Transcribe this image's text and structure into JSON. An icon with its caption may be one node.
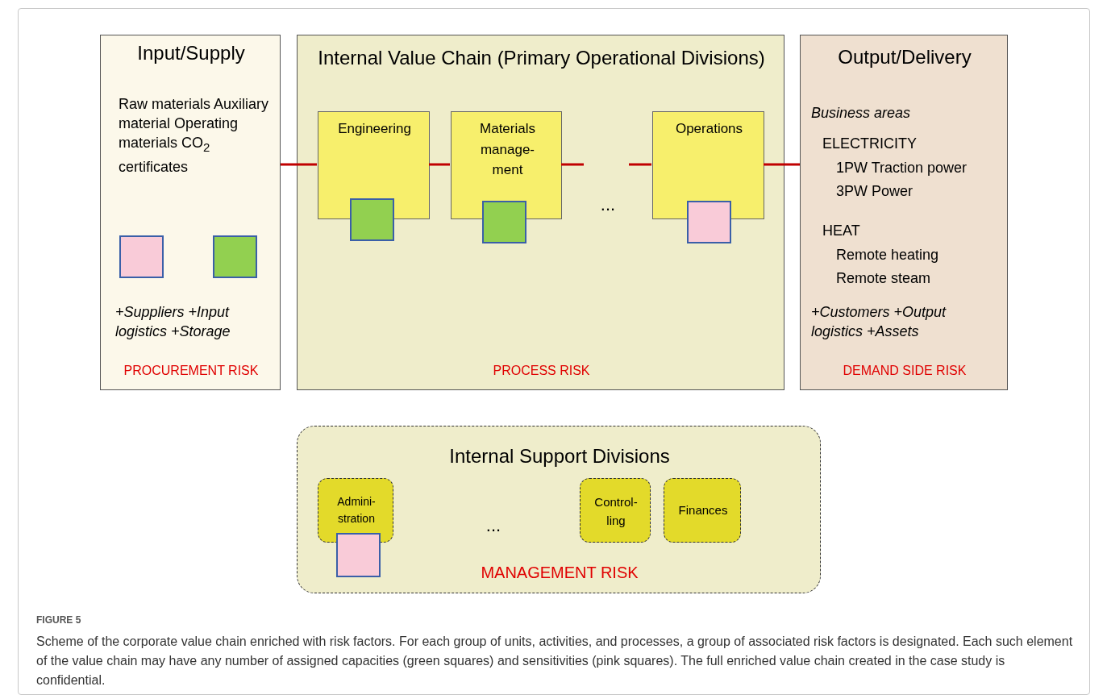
{
  "diagram": {
    "caption": "Scheme of the corporate value chain enriched with risk factors. For each group of units, activities, and processes, a group of associated risk factors is designated. Each such element of the value chain may have any number of assigned capacities (green squares) and sensitivities (pink squares). The full enriched value chain created in the case study is confidential.",
    "nodes": [
      {
        "text": [
          "Input/Supply",
          "Raw materials Auxiliary material Operating materials CO$_{2}$ certificates",
          "+Suppliers +Input logistics +Storage",
          "PROCUREMENT RISK"
        ]
      },
      {
        "text": [],
        "shape": "box",
        "in": 0
      },
      {
        "text": [],
        "shape": "box",
        "in": 0
      },
      {
        "text": [
          "Internal Value Chain (Primary Operational Divisions)",
          "PROCESS RISK"
        ]
      },
      {
        "text": [
          "Engineering"
        ],
        "in": 3
      },
      {
        "text": [],
        "shape": "box",
        "in": 3
      },
      {
        "text": [
          "Materials manage- ment"
        ],
        "in": 3
      },
      {
        "text": [],
        "shape": "box",
        "in": 3
      },
      {
        "text": [
          "Operations"
        ],
        "in": 3
      },
      {
        "text": [],
        "shape": "box",
        "in": 3
      },
      {
        "text": [
          "Output/Delivery",
          "Business areas",
          "ELECTRICITY",
          "1PW Traction power 3PW Power",
          "HEAT",
          "Remote heating Remote steam",
          "+Customers +Output logistics +Assets",
          "DEMAND SIDE RISK"
        ]
      },
      {
        "text": [
          "Internal Support Divisions",
          "MANAGEMENT RISK"
        ]
      },
      {
        "text": [
          "Admini- stration"
        ],
        "in": 11
      },
      {
        "text": [],
        "shape": "box",
        "in": 11
      },
      {
        "text": [
          "Control- ling"
        ],
        "in": 11
      },
      {
        "text": [
          "Finances"
        ],
        "in": 11
      }
    ],
    "edges": [
      {
        "from": 0,
        "to": 4,
        "arrow": "none"
      },
      {
        "from": 4,
        "to": 6,
        "arrow": "none"
      },
      {
        "from": 6,
        "to": null,
        "arrow": "none"
      },
      {
        "from": null,
        "to": 8,
        "arrow": "none"
      },
      {
        "from": 8,
        "to": 10,
        "arrow": "none"
      }
    ],
    "labels": [
      "...",
      "...",
      "FIGURE 5"
    ]
  }
}
